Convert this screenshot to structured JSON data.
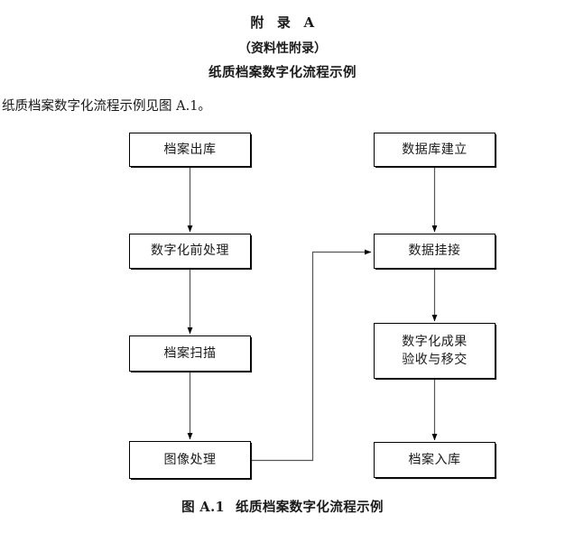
{
  "document": {
    "appendix_title_left": "附",
    "appendix_title_mid": "录",
    "appendix_title_right": "A",
    "appendix_subtitle": "（资料性附录）",
    "appendix_heading": "纸质档案数字化流程示例",
    "intro_paragraph": "纸质档案数字化流程示例见图 A.1。",
    "caption_label": "图 A.1",
    "caption_text": "纸质档案数字化流程示例"
  },
  "flowchart": {
    "type": "flowchart",
    "stroke_color": "#000000",
    "fill_color": "#ffffff",
    "nodes": [
      {
        "id": "archive-out",
        "label": "档案出库",
        "column": "left",
        "row": 1
      },
      {
        "id": "pre-process",
        "label": "数字化前处理",
        "column": "left",
        "row": 2
      },
      {
        "id": "archive-scan",
        "label": "档案扫描",
        "column": "left",
        "row": 3
      },
      {
        "id": "image-process",
        "label": "图像处理",
        "column": "left",
        "row": 4
      },
      {
        "id": "db-create",
        "label": "数据库建立",
        "column": "right",
        "row": 1
      },
      {
        "id": "data-link",
        "label": "数据挂接",
        "column": "right",
        "row": 2
      },
      {
        "id": "acceptance-line1",
        "label": "数字化成果",
        "column": "right",
        "row": 3
      },
      {
        "id": "acceptance-line2",
        "label": "验收与移交",
        "column": "right",
        "row": 3
      },
      {
        "id": "archive-in",
        "label": "档案入库",
        "column": "right",
        "row": 4
      }
    ],
    "edges": [
      {
        "from": "archive-out",
        "to": "pre-process",
        "style": "straight-down"
      },
      {
        "from": "pre-process",
        "to": "archive-scan",
        "style": "straight-down"
      },
      {
        "from": "archive-scan",
        "to": "image-process",
        "style": "straight-down"
      },
      {
        "from": "image-process",
        "to": "data-link",
        "style": "right-up-right"
      },
      {
        "from": "db-create",
        "to": "data-link",
        "style": "straight-down"
      },
      {
        "from": "data-link",
        "to": "acceptance",
        "style": "straight-down"
      },
      {
        "from": "acceptance",
        "to": "archive-in",
        "style": "straight-down"
      }
    ]
  }
}
